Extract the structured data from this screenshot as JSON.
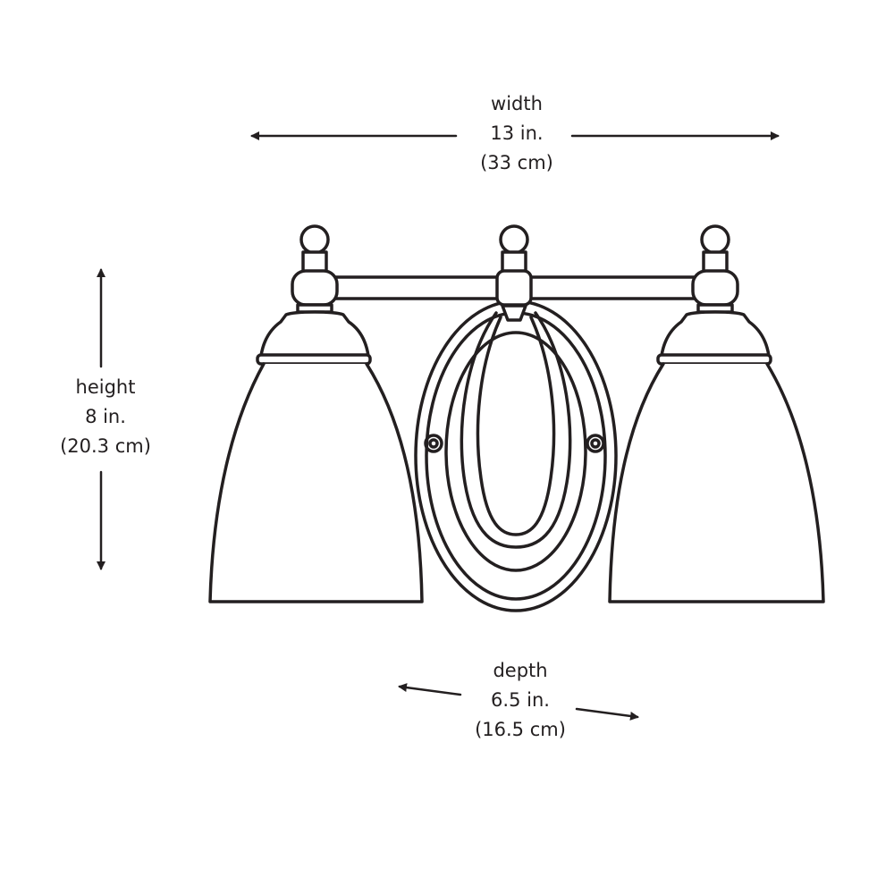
{
  "dimensions": {
    "width": {
      "label": "width",
      "imperial": "13 in.",
      "metric": "(33 cm)"
    },
    "height": {
      "label": "height",
      "imperial": "8 in.",
      "metric": "(20.3 cm)"
    },
    "depth": {
      "label": "depth",
      "imperial": "6.5 in.",
      "metric": "(16.5 cm)"
    }
  },
  "colors": {
    "line": "#231f20",
    "background": "#ffffff"
  }
}
